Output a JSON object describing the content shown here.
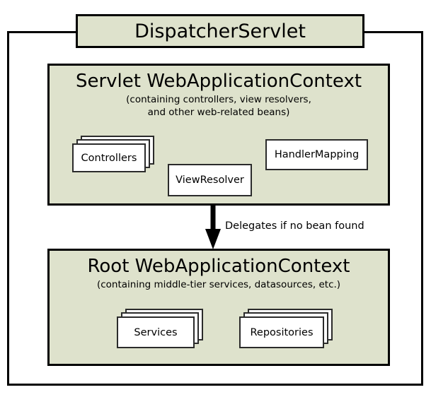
{
  "diagram": {
    "title": "DispatcherServlet",
    "colors": {
      "panel_fill": "#dee2cc",
      "box_fill": "#ffffff",
      "stroke": "#000000",
      "canvas": "#ffffff"
    },
    "servlet_context": {
      "heading": "Servlet WebApplicationContext",
      "subtitle_line_1": "(containing controllers, view resolvers,",
      "subtitle_line_2": "and other web-related beans)",
      "components": [
        {
          "label": "Controllers",
          "style": "stacked"
        },
        {
          "label": "ViewResolver",
          "style": "single"
        },
        {
          "label": "HandlerMapping",
          "style": "single"
        }
      ]
    },
    "delegation": {
      "label": "Delegates if no bean found",
      "icon": "down-arrow-icon"
    },
    "root_context": {
      "heading": "Root WebApplicationContext",
      "subtitle_line_1": "(containing middle-tier services, datasources, etc.)",
      "components": [
        {
          "label": "Services",
          "style": "stacked"
        },
        {
          "label": "Repositories",
          "style": "stacked"
        }
      ]
    }
  }
}
